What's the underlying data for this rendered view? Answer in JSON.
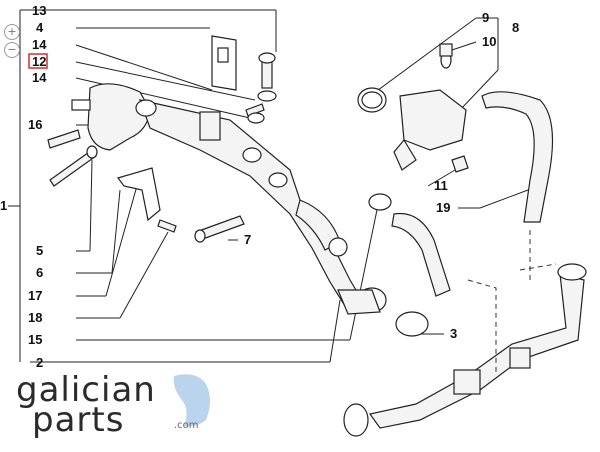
{
  "diagram": {
    "labels": [
      "13",
      "4",
      "14",
      "12",
      "14",
      "16",
      "9",
      "10",
      "8",
      "11",
      "19",
      "5",
      "6",
      "17",
      "18",
      "15",
      "7",
      "3",
      "2",
      "1"
    ],
    "highlighted_label": "12"
  },
  "logo": {
    "word1": "galician",
    "word2": "parts",
    "suffix": ".com"
  },
  "zoom": {
    "in_symbol": "+",
    "out_symbol": "−"
  },
  "colors": {
    "highlight": "#d32f2f",
    "logo_water": "#b9d4ec",
    "line": "#222222"
  }
}
